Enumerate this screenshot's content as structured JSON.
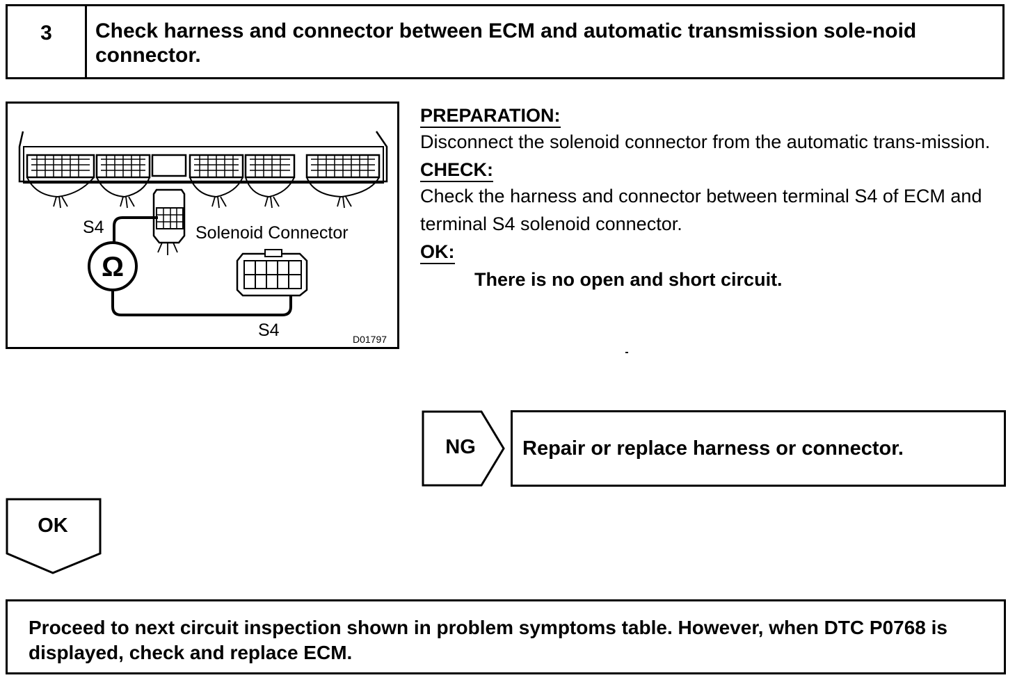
{
  "step": {
    "number": "3",
    "title": "Check harness and connector between ECM and automatic transmission sole-noid connector."
  },
  "diagram": {
    "ecm_terminal_label": "S4",
    "solenoid_terminal_label": "S4",
    "solenoid_connector_label": "Solenoid Connector",
    "ohmmeter_symbol": "Ω",
    "figure_code": "D01797"
  },
  "instructions": {
    "preparation_heading": "PREPARATION:",
    "preparation_text": "Disconnect the solenoid connector from the automatic trans-mission.",
    "check_heading": "CHECK:",
    "check_text": "Check the harness and connector between terminal S4 of ECM and terminal S4 solenoid connector.",
    "ok_heading": "OK:",
    "ok_result": "There is no open and short circuit."
  },
  "ng_branch": {
    "label": "NG",
    "action": "Repair or replace harness or connector."
  },
  "ok_branch": {
    "label": "OK"
  },
  "final_instruction": "Proceed to next circuit inspection shown in problem symptoms table. However, when DTC P0768 is displayed, check and replace ECM."
}
